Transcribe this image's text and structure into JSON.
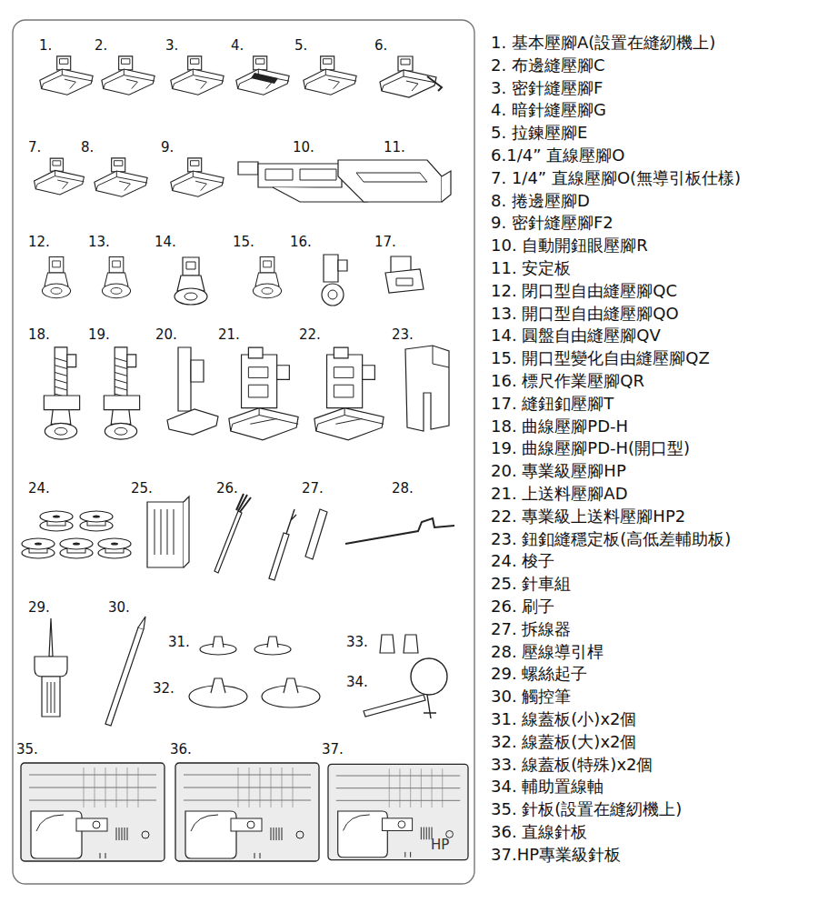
{
  "diagram": {
    "labels": [
      "1.",
      "2.",
      "3.",
      "4.",
      "5.",
      "6.",
      "7.",
      "8.",
      "9.",
      "10.",
      "11.",
      "12.",
      "13.",
      "14.",
      "15.",
      "16.",
      "17.",
      "18.",
      "19.",
      "20.",
      "21.",
      "22.",
      "23.",
      "24.",
      "25.",
      "26.",
      "27.",
      "28.",
      "29.",
      "30.",
      "31.",
      "32.",
      "33.",
      "34.",
      "35.",
      "36.",
      "37.",
      "1. 基本壓腳A(設置在縫紉機上)",
      "2. 布邊縫壓腳C",
      "3. 密針縫壓腳F",
      "4. 暗針縫壓腳G",
      "5. 拉鍊壓腳E",
      "6.1/4” 直線壓腳O",
      "7. 1/4” 直線壓腳O(無導引板仕樣)",
      "8. 捲邊壓腳D",
      "9. 密針縫壓腳F2",
      "10. 自動開鈕眼壓腳R",
      "11. 安定板",
      "12. 閉口型自由縫壓腳QC",
      "13. 開口型自由縫壓腳QO",
      "14. 圓盤自由縫壓腳QV",
      "15. 開口型變化自由縫壓腳QZ",
      "16. 標尺作業壓腳QR",
      "17. 縫鈕釦壓腳T",
      "18. 曲線壓腳PD-H",
      "19. 曲線壓腳PD-H(開口型)",
      "20. 專業級壓腳HP",
      "21. 上送料壓腳AD",
      "22. 專業級上送料壓腳HP2",
      "23. 鈕釦縫穩定板(高低差輔助板)",
      "24. 梭子",
      "25. 針車組",
      "26. 刷子",
      "27. 拆線器",
      "28. 壓線導引桿",
      "29. 螺絲起子",
      "30. 觸控筆",
      "31. 線蓋板(小)x2個",
      "32. 線蓋板(大)x2個",
      "33. 線蓋板(特殊)x2個",
      "34. 輔助置線軸",
      "35. 針板(設置在縫紉機上)",
      "36. 直線針板",
      "37.HP專業級針板",
      "HP"
    ]
  }
}
